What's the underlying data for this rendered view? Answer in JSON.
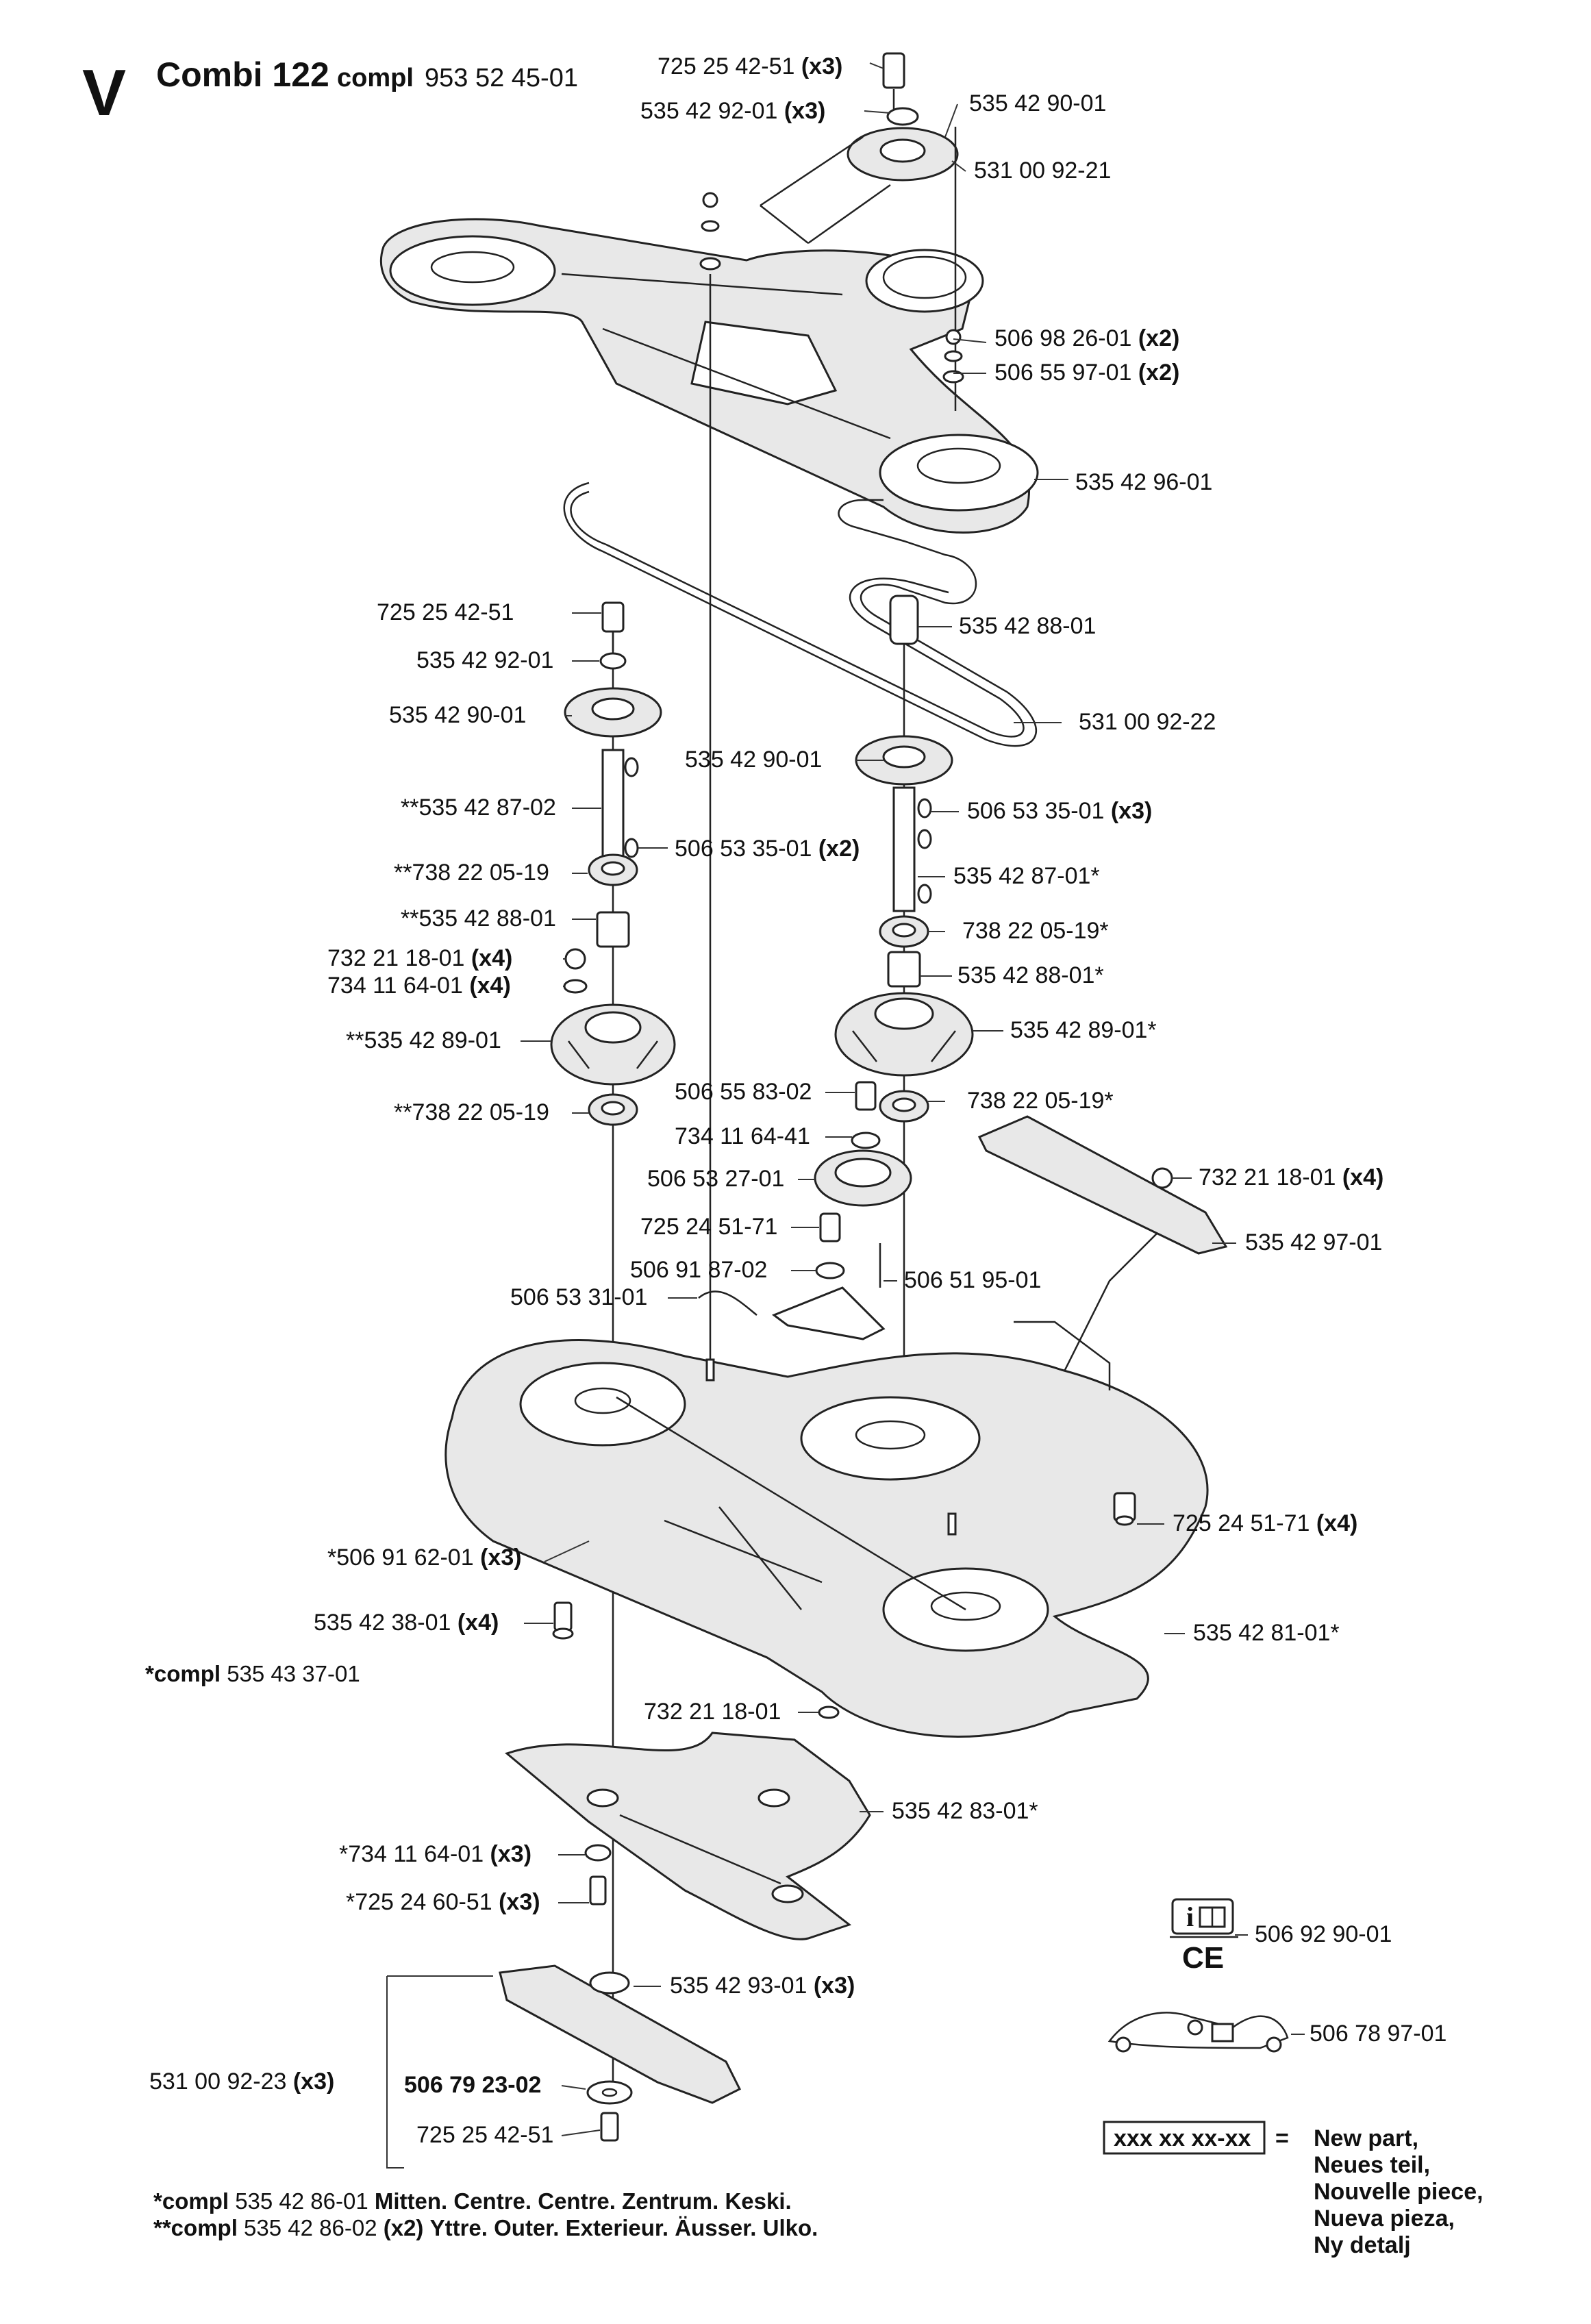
{
  "header": {
    "section_letter": "V",
    "title": "Combi 122",
    "compl_word": "compl",
    "compl_number": "953 52 45-01"
  },
  "labels": [
    {
      "id": "l01",
      "num": "725 25 42-51",
      "qty": "(x3)"
    },
    {
      "id": "l02",
      "num": "535 42 92-01",
      "qty": "(x3)"
    },
    {
      "id": "l03",
      "num": "535 42 90-01",
      "qty": ""
    },
    {
      "id": "l04",
      "num": "531 00 92-21",
      "qty": ""
    },
    {
      "id": "l05",
      "num": "506 98 26-01",
      "qty": "(x2)"
    },
    {
      "id": "l06",
      "num": "506 55 97-01",
      "qty": "(x2)"
    },
    {
      "id": "l07",
      "num": "535 42 96-01",
      "qty": ""
    },
    {
      "id": "l08",
      "num": "725 25 42-51",
      "qty": ""
    },
    {
      "id": "l09",
      "num": "535 42 88-01",
      "qty": ""
    },
    {
      "id": "l10",
      "num": "535 42 92-01",
      "qty": ""
    },
    {
      "id": "l11",
      "num": "535 42 90-01",
      "qty": ""
    },
    {
      "id": "l12",
      "num": "531 00 92-22",
      "qty": ""
    },
    {
      "id": "l13",
      "num": "535 42 90-01",
      "qty": ""
    },
    {
      "id": "l14",
      "num": "**535 42 87-02",
      "qty": ""
    },
    {
      "id": "l15",
      "num": "506 53 35-01",
      "qty": "(x3)"
    },
    {
      "id": "l16",
      "num": "506 53 35-01",
      "qty": "(x2)"
    },
    {
      "id": "l17",
      "num": "**738 22 05-19",
      "qty": ""
    },
    {
      "id": "l18",
      "num": "535 42 87-01*",
      "qty": ""
    },
    {
      "id": "l19",
      "num": "**535 42 88-01",
      "qty": ""
    },
    {
      "id": "l20",
      "num": "738 22 05-19*",
      "qty": ""
    },
    {
      "id": "l21",
      "num": "732 21 18-01",
      "qty": "(x4)"
    },
    {
      "id": "l22",
      "num": "734 11 64-01",
      "qty": "(x4)"
    },
    {
      "id": "l23",
      "num": "535 42 88-01*",
      "qty": ""
    },
    {
      "id": "l24",
      "num": "**535 42 89-01",
      "qty": ""
    },
    {
      "id": "l25",
      "num": "535 42 89-01*",
      "qty": ""
    },
    {
      "id": "l26",
      "num": "506 55 83-02",
      "qty": ""
    },
    {
      "id": "l27",
      "num": "**738 22 05-19",
      "qty": ""
    },
    {
      "id": "l28",
      "num": "738 22 05-19*",
      "qty": ""
    },
    {
      "id": "l29",
      "num": "734 11 64-41",
      "qty": ""
    },
    {
      "id": "l30",
      "num": "732 21 18-01",
      "qty": "(x4)"
    },
    {
      "id": "l31",
      "num": "506 53 27-01",
      "qty": ""
    },
    {
      "id": "l32",
      "num": "535 42 97-01",
      "qty": ""
    },
    {
      "id": "l33",
      "num": "725 24 51-71",
      "qty": ""
    },
    {
      "id": "l34",
      "num": "506 91 87-02",
      "qty": ""
    },
    {
      "id": "l35",
      "num": "506 51 95-01",
      "qty": ""
    },
    {
      "id": "l36",
      "num": "506 53 31-01",
      "qty": ""
    },
    {
      "id": "l37",
      "num": "725 24 51-71",
      "qty": "(x4)"
    },
    {
      "id": "l38",
      "num": "*506 91 62-01",
      "qty": "(x3)"
    },
    {
      "id": "l39",
      "num": "535 42 38-01",
      "qty": "(x4)"
    },
    {
      "id": "l40",
      "num": "535 42 81-01*",
      "qty": ""
    },
    {
      "id": "l41",
      "num": "732 21 18-01",
      "qty": ""
    },
    {
      "id": "l42",
      "num": "535 42 83-01*",
      "qty": ""
    },
    {
      "id": "l43",
      "num": "*734 11 64-01",
      "qty": "(x3)"
    },
    {
      "id": "l44",
      "num": "*725 24 60-51",
      "qty": "(x3)"
    },
    {
      "id": "l45",
      "num": "506 92 90-01",
      "qty": ""
    },
    {
      "id": "l46",
      "num": "535 42 93-01",
      "qty": "(x3)"
    },
    {
      "id": "l47",
      "num": "506 78 97-01",
      "qty": ""
    },
    {
      "id": "l48",
      "num": "531 00 92-23",
      "qty": "(x3)"
    },
    {
      "id": "l49",
      "num": "506 79 23-02",
      "qty": ""
    },
    {
      "id": "l50",
      "num": "725 25 42-51",
      "qty": ""
    }
  ],
  "compl_note": {
    "prefix": "*compl",
    "number": "535 43 37-01"
  },
  "footer": {
    "line1": {
      "prefix": "*compl",
      "number": "535 42 86-01",
      "text": "Mitten. Centre. Centre. Zentrum. Keski."
    },
    "line2": {
      "prefix": "**compl",
      "number": "535 42 86-02",
      "qty": "(x2)",
      "text": "Yttre. Outer. Exterieur. Äusser. Ulko."
    }
  },
  "legend": {
    "box_text": "xxx xx xx-xx",
    "equals": "=",
    "lines": [
      "New part,",
      "Neues teil,",
      "Nouvelle piece,",
      "Nueva pieza,",
      "Ny detalj"
    ]
  },
  "ce_mark": "CE",
  "info_icon": "i",
  "icons": [
    "manual-info-icon",
    "belt-routing-decal-icon"
  ]
}
